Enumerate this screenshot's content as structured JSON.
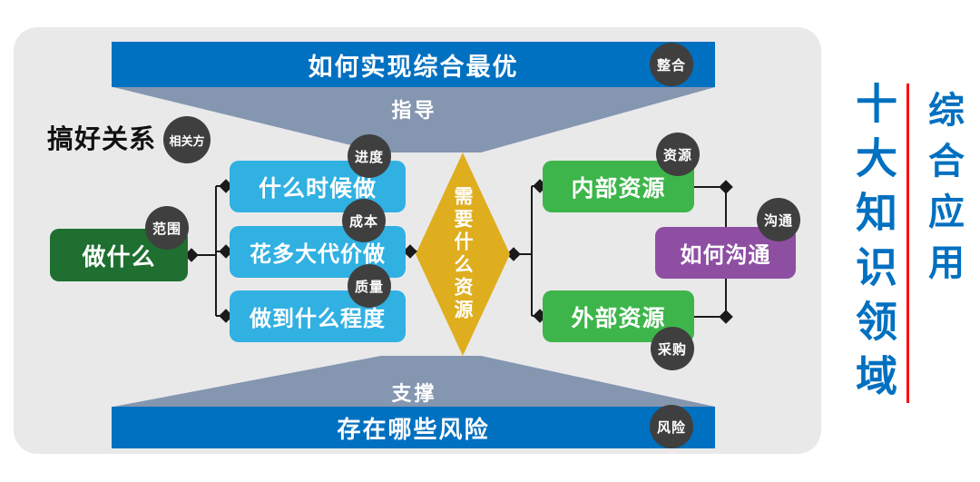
{
  "colors": {
    "banner_blue": "#0070C0",
    "trapezoid_gray_blue": "#8496B0",
    "badge_dark": "#3F3F3F",
    "dark_green": "#1E6F30",
    "light_blue": "#31B0E2",
    "green": "#3DB54A",
    "purple": "#8E4FA3",
    "gold": "#DFAE1F",
    "panel_gray": "#E9E9EA",
    "side_title_blue": "#0070C0",
    "divider_red": "#FF0000"
  },
  "top_banner": {
    "label": "如何实现综合最优",
    "badge": "整合"
  },
  "guidance": {
    "label": "指导"
  },
  "support": {
    "label": "支撑"
  },
  "bottom_banner": {
    "label": "存在哪些风险",
    "badge": "风险"
  },
  "relationship": {
    "label": "搞好关系",
    "badge": "相关方"
  },
  "scope_box": {
    "label": "做什么",
    "badge": "范围"
  },
  "schedule_box": {
    "label": "什么时候做",
    "badge": "进度"
  },
  "cost_box": {
    "label": "花多大代价做",
    "badge": "成本"
  },
  "quality_box": {
    "label": "做到什么程度",
    "badge": "质量"
  },
  "resource_diamond": {
    "label": "需要什么资源"
  },
  "internal_resources_box": {
    "label": "内部资源",
    "badge": "资源"
  },
  "external_resources_box": {
    "label": "外部资源",
    "badge": "采购"
  },
  "communication_box": {
    "label": "如何沟通",
    "badge": "沟通"
  },
  "side_titles": {
    "primary": "十大知识领域",
    "secondary": "综合应用"
  }
}
